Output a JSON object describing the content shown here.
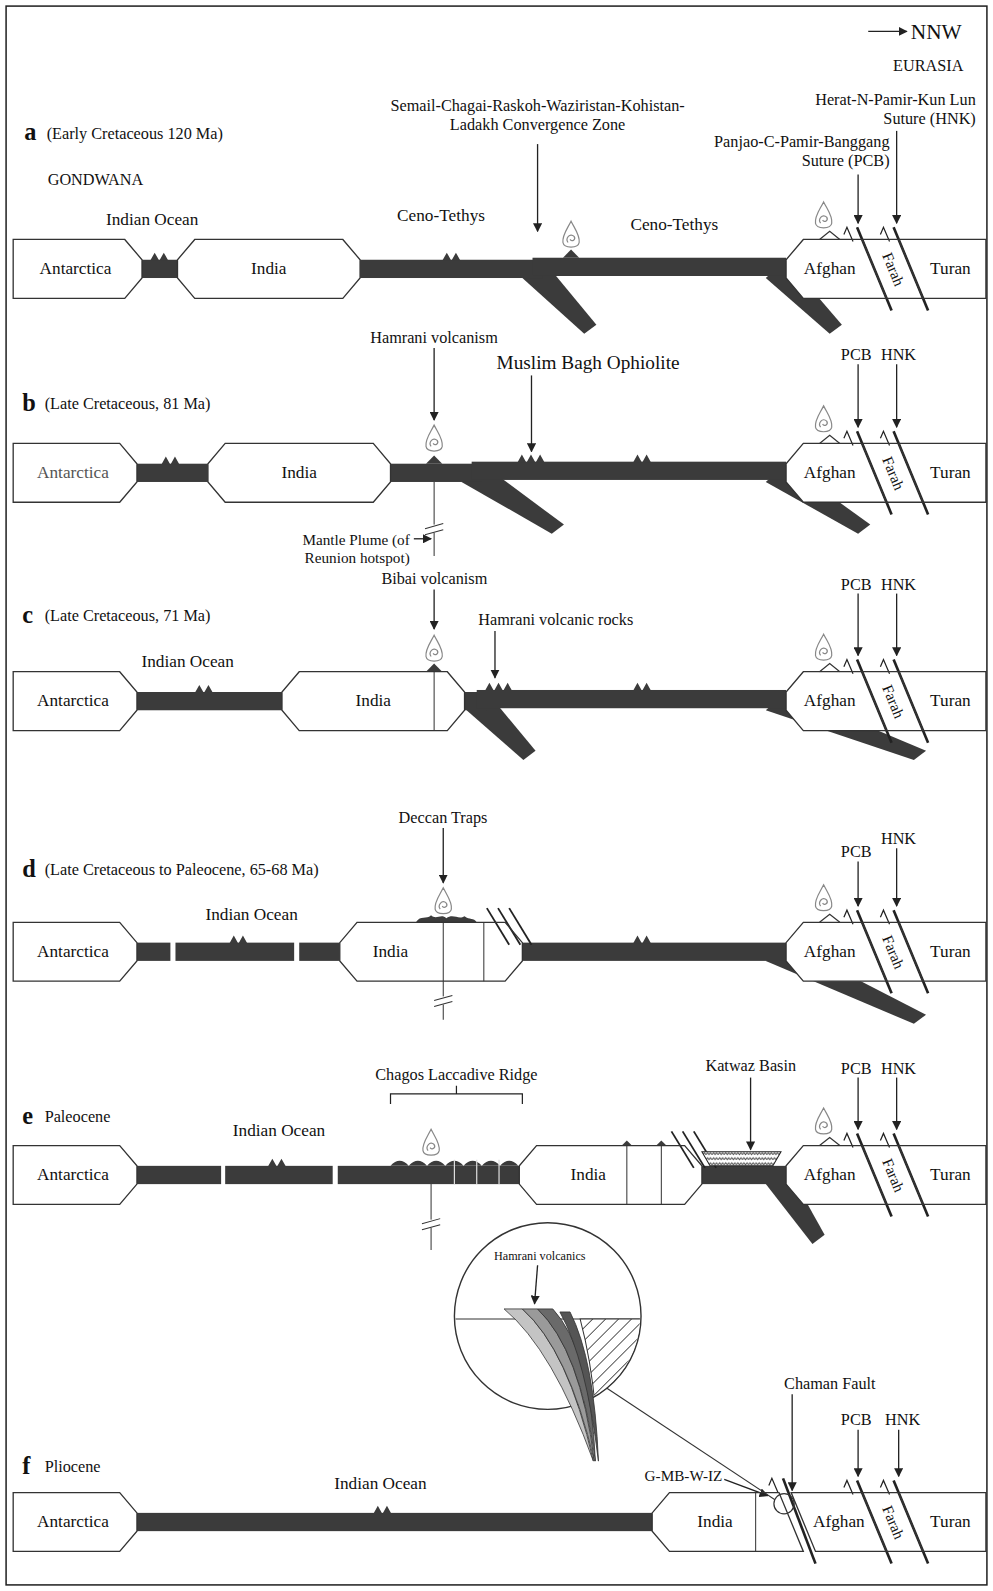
{
  "diagram": {
    "nodes": [
      {
        "text": [
          "Antarctica"
        ]
      },
      {
        "text": [
          "India"
        ]
      },
      {
        "text": [
          "Afghan"
        ]
      },
      {
        "text": [
          "Farah"
        ]
      },
      {
        "text": [
          "Turan"
        ]
      },
      {
        "text": [
          "Antarctica"
        ]
      },
      {
        "text": [
          "India"
        ]
      },
      {
        "text": [
          "Afghan"
        ]
      },
      {
        "text": [
          "Farah"
        ]
      },
      {
        "text": [
          "Turan"
        ]
      },
      {
        "text": [
          "Antarctica"
        ]
      },
      {
        "text": [
          "India"
        ]
      },
      {
        "text": [
          "Afghan"
        ]
      },
      {
        "text": [
          "Farah"
        ]
      },
      {
        "text": [
          "Turan"
        ]
      },
      {
        "text": [
          "Antarctica"
        ]
      },
      {
        "text": [
          "India"
        ]
      },
      {
        "text": [
          "Afghan"
        ]
      },
      {
        "text": [
          "Farah"
        ]
      },
      {
        "text": [
          "Turan"
        ]
      },
      {
        "text": [
          "Antarctica"
        ]
      },
      {
        "text": [
          "India"
        ]
      },
      {
        "text": [
          "Afghan"
        ]
      },
      {
        "text": [
          "Farah"
        ]
      },
      {
        "text": [
          "Turan"
        ]
      },
      {
        "text": [
          "Antarctica"
        ]
      },
      {
        "text": [
          "India"
        ]
      },
      {
        "text": [
          "Afghan"
        ]
      },
      {
        "text": [
          "Farah"
        ]
      },
      {
        "text": [
          "Turan"
        ]
      }
    ],
    "labels": [
      "NNW",
      "EURASIA",
      "Semail-Chagai-Raskoh-Waziristan-Kohistan- Ladakh Convergence Zone",
      "Herat-N-Pamir-Kun Lun Suture (HNK)",
      "a",
      "(Early Cretaceous 120 Ma)",
      "Panjao-C-Pamir-Banggang Suture (PCB)",
      "GONDWANA",
      "Ceno-Tethys",
      "Ceno-Tethys",
      "Indian Ocean",
      "Hamrani volcanism",
      "PCB",
      "HNK",
      "Muslim Bagh Ophiolite",
      "b",
      "(Late Cretaceous, 81 Ma)",
      "Mantle Plume (of Reunion hotspot)",
      "Bibai volcanism",
      "PCB",
      "HNK",
      "c",
      "(Late Cretaceous, 71 Ma)",
      "Hamrani volcanic rocks",
      "Indian Ocean",
      "Deccan Traps",
      "HNK",
      "PCB",
      "d",
      "(Late Cretaceous to Paleocene, 65-68 Ma)",
      "Indian Ocean",
      "Chagos Laccadive Ridge",
      "Katwaz Basin",
      "PCB",
      "HNK",
      "e",
      "Paleocene",
      "Indian Ocean",
      "Hamrani volcanics",
      "Chaman Fault",
      "PCB",
      "HNK",
      "f",
      "Pliocene",
      "G-MB-W-IZ",
      "Indian Ocean"
    ]
  }
}
